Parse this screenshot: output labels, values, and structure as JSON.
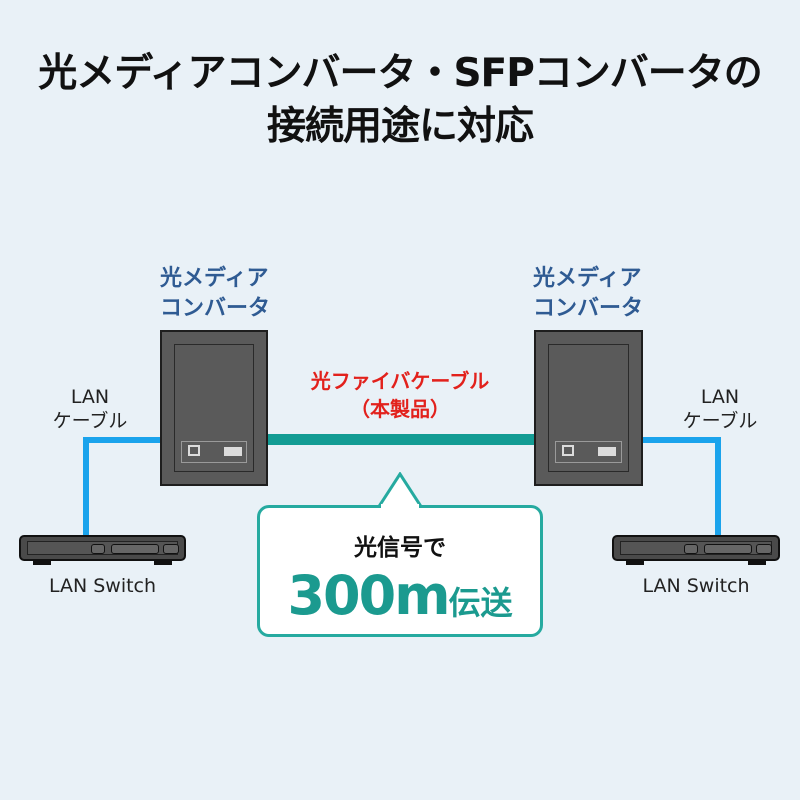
{
  "title": {
    "line1": "光メディアコンバータ・SFPコンバータの",
    "line2": "接続用途に対応"
  },
  "left_converter": {
    "label_line1": "光メディア",
    "label_line2": "コンバータ"
  },
  "right_converter": {
    "label_line1": "光メディア",
    "label_line2": "コンバータ"
  },
  "fiber_cable": {
    "label_line1": "光ファイバケーブル",
    "label_line2": "（本製品）",
    "color": "#139c94"
  },
  "left_lan_cable": {
    "label_line1": "LAN",
    "label_line2": "ケーブル",
    "color": "#1aa3ec"
  },
  "right_lan_cable": {
    "label_line1": "LAN",
    "label_line2": "ケーブル",
    "color": "#1aa3ec"
  },
  "left_switch": {
    "label": "LAN Switch"
  },
  "right_switch": {
    "label": "LAN Switch"
  },
  "callout": {
    "line1": "光信号で",
    "distance": "300m",
    "suffix": "伝送",
    "accent": "#1b9a8f"
  }
}
